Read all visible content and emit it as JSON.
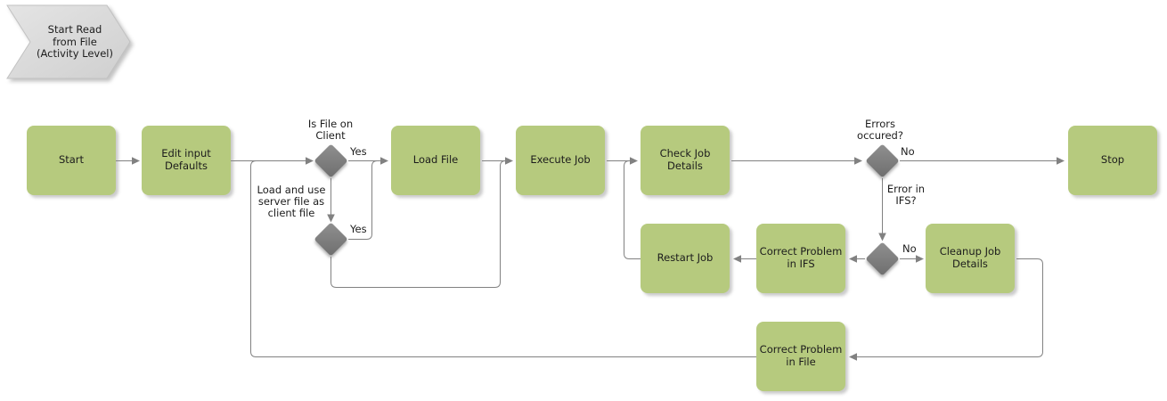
{
  "diagram": {
    "banner": "Start Read\nfrom File\n(Activity Level)"
  },
  "nodes": {
    "start": "Start",
    "edit_input_defaults": "Edit input\nDefaults",
    "load_file": "Load File",
    "execute_job": "Execute Job",
    "check_job_details": "Check Job\nDetails",
    "stop": "Stop",
    "restart_job": "Restart Job",
    "correct_problem_in_ifs": "Correct Problem\nin IFS",
    "cleanup_job_details": "Cleanup Job\nDetails",
    "correct_problem_in_file": "Correct Problem\nin File"
  },
  "decisions": {
    "is_file_on_client": "Is File on\nClient",
    "errors_occured": "Errors\noccured?",
    "error_in_ifs": "Error in\nIFS?"
  },
  "edge_labels": {
    "yes_top": "Yes",
    "yes_bottom": "Yes",
    "no_top": "No",
    "no_bottom": "No",
    "load_and_use": "Load and use\nserver file as\nclient file"
  },
  "colors": {
    "node_fill": "#b6ca7e",
    "diamond_fill": "#7d7d7d",
    "connector": "#818181",
    "banner_fill": "#d9d9d9",
    "text": "#1c1c1c",
    "background": "#ffffff"
  }
}
